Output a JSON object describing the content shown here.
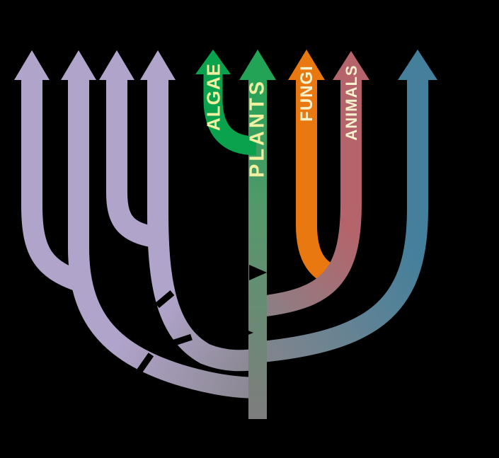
{
  "diagram": {
    "type": "phylogenetic-tree-endosymbiosis",
    "background": "#000000",
    "labels": {
      "algae": "ALGAE",
      "plants": "PLANTS",
      "fungi": "FUNGI",
      "animals": "ANIMALS"
    },
    "colors": {
      "purple": "#b1a4cb",
      "algae_green": "#0ba24e",
      "plants_green_top": "#23a355",
      "trunk_gray_bottom": "#7e7d7e",
      "fungi_orange": "#e8780f",
      "animals_rose": "#b4646a",
      "blue": "#44809b",
      "gray_merge": "#8a8790",
      "label_yellow": "#f1efa0",
      "label_cream": "#f8f2cd",
      "marker_black": "#000000"
    },
    "structure": {
      "purple_lineage_arrows": 4,
      "unlabeled_blue_lineage_arrows": 1,
      "hash_marks_on_purple_branches": 3,
      "black_triangle_event_markers_on_trunk": 2,
      "labeled_branches": [
        "ALGAE",
        "PLANTS",
        "FUNGI",
        "ANIMALS"
      ]
    }
  }
}
